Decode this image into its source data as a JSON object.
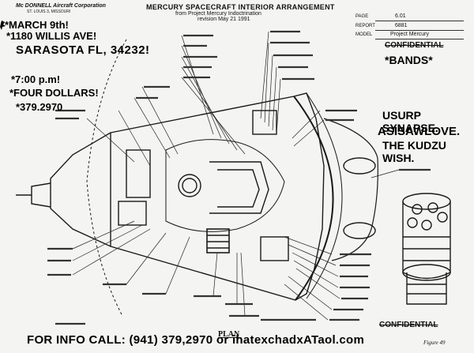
{
  "drawing": {
    "company": "Mc DONNELL Aircraft Corporation",
    "company_location": "ST. LOUIS 3, MISSOURI",
    "title": "MERCURY SPACECRAFT INTERIOR ARRANGEMENT",
    "subtitle": "from Project Mercury Indoctrination",
    "revision": "revision May 21 1991",
    "plan_label": "PLAN",
    "figure_label": "Figure 49",
    "confidential": "CONFIDENTIAL",
    "title_block": {
      "page_label": "PAGE",
      "page_value": "6.01",
      "report_label": "REPORT",
      "report_value": "6881",
      "model_label": "MODEL",
      "model_value": "Project Mercury"
    }
  },
  "event": {
    "date": "*MARCH 9th!",
    "address": "*1180 WILLIS AVE!",
    "city": "SARASOTA FL, 34232!",
    "time": "*7:00 p.m!",
    "price": "*FOUR DOLLARS!",
    "phone_short": "*379.2970",
    "bands_heading": "*BANDS*",
    "bands": [
      "USURP SYNAPSE.",
      "ASISAWLOVE.",
      "THE KUDZU WISH."
    ],
    "info": "FOR INFO CALL: (941) 379,2970 or ihatexchadxATaol.com"
  }
}
